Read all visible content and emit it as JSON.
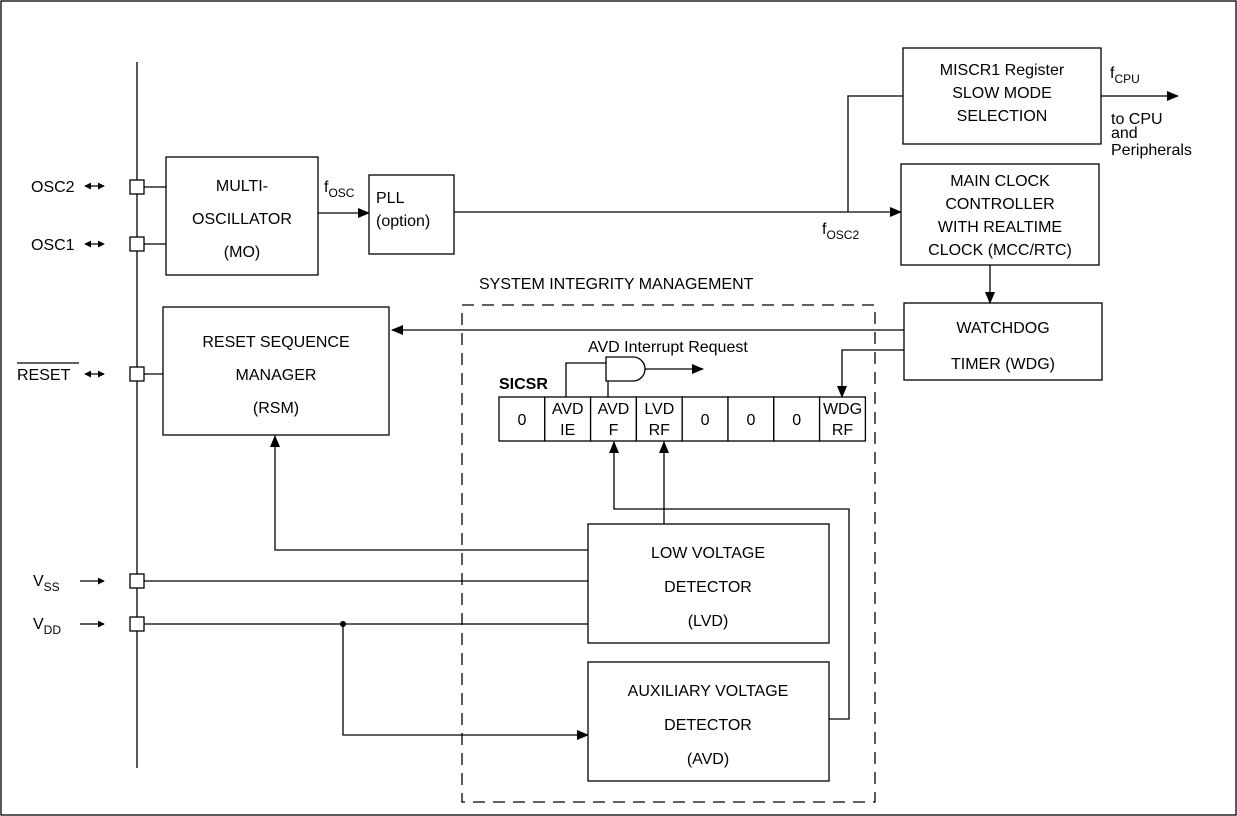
{
  "pins": {
    "osc2": "OSC2",
    "osc1": "OSC1",
    "reset": "RESET",
    "vss_main": "V",
    "vss_sub": "SS",
    "vdd_main": "V",
    "vdd_sub": "DD"
  },
  "blocks": {
    "mo": [
      "MULTI-",
      "OSCILLATOR",
      "(MO)"
    ],
    "pll": [
      "PLL",
      "(option)"
    ],
    "miscr1": [
      "MISCR1 Register",
      "SLOW MODE",
      "SELECTION"
    ],
    "mcc": [
      "MAIN CLOCK",
      "CONTROLLER",
      "WITH REALTIME",
      "CLOCK (MCC/RTC)"
    ],
    "wdg": [
      "WATCHDOG",
      "TIMER (WDG)"
    ],
    "rsm": [
      "RESET SEQUENCE",
      "MANAGER",
      "(RSM)"
    ],
    "lvd": [
      "LOW VOLTAGE",
      "DETECTOR",
      "(LVD)"
    ],
    "avd": [
      "AUXILIARY VOLTAGE",
      "DETECTOR",
      "(AVD)"
    ]
  },
  "signals": {
    "fosc_main": "f",
    "fosc_sub": "OSC",
    "fosc2_main": "f",
    "fosc2_sub": "OSC2",
    "fcpu_main": "f",
    "fcpu_sub": "CPU",
    "to_cpu": [
      "to CPU",
      "and",
      "Peripherals"
    ],
    "avd_irq": "AVD Interrupt Request"
  },
  "sim": {
    "title": "SYSTEM INTEGRITY MANAGEMENT",
    "register_name": "SICSR",
    "bits": [
      [
        "0"
      ],
      [
        "AVD",
        "IE"
      ],
      [
        "AVD",
        "F"
      ],
      [
        "LVD",
        "RF"
      ],
      [
        "0"
      ],
      [
        "0"
      ],
      [
        "0"
      ],
      [
        "WDG",
        "RF"
      ]
    ]
  }
}
